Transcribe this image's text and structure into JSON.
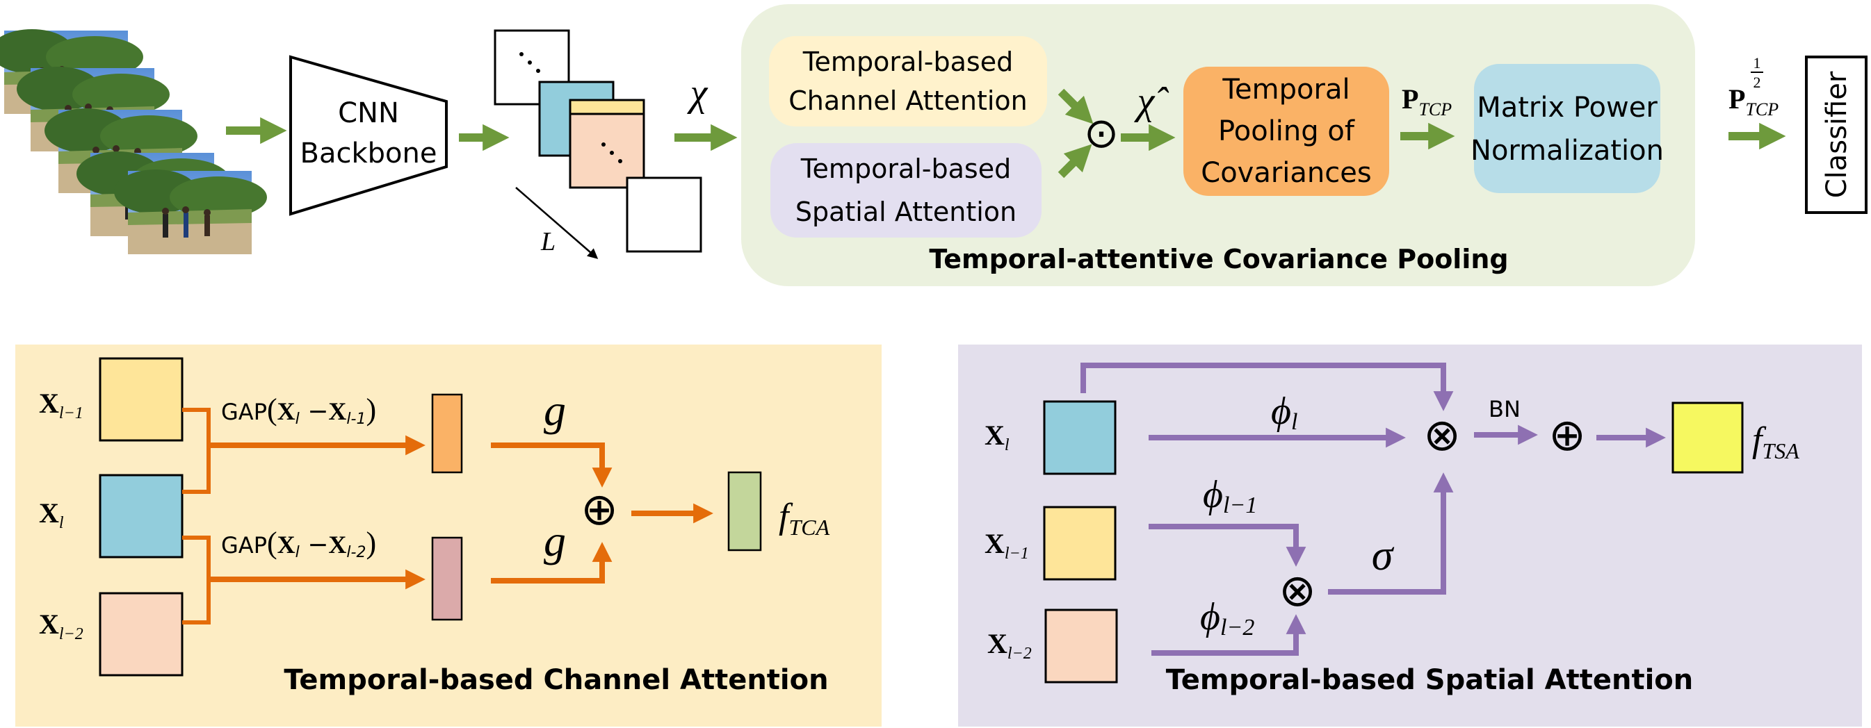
{
  "top": {
    "cnn_backbone": [
      "CNN",
      "Backbone"
    ],
    "chi": "χ",
    "chi_hat": "χ̂",
    "l_label": "L",
    "tca_box": [
      "Temporal-based",
      "Channel Attention"
    ],
    "tsa_box": [
      "Temporal-based",
      "Spatial Attention"
    ],
    "odot": "⊙",
    "tcp_box": [
      "Temporal",
      "Pooling of",
      "Covariances"
    ],
    "p_tcp": {
      "P": "P",
      "sub": "TCP"
    },
    "mpn_box": [
      "Matrix Power",
      "Normalization"
    ],
    "p_tcp_half": {
      "P": "P",
      "sub": "TCP",
      "sup_num": "1",
      "sup_den": "2"
    },
    "classifier": "Classifier",
    "panel_title": "Temporal-attentive Covariance Pooling"
  },
  "tca_panel": {
    "title": "Temporal-based Channel Attention",
    "x_prev": {
      "X": "X",
      "sub": "l−1"
    },
    "x_cur": {
      "X": "X",
      "sub": "l"
    },
    "x_prev2": {
      "X": "X",
      "sub": "l−2"
    },
    "gap1": {
      "prefix": "GAP",
      "X1": "X",
      "s1": "l",
      "minus": "−",
      "X2": "X",
      "s2": "l-1"
    },
    "gap2": {
      "prefix": "GAP",
      "X1": "X",
      "s1": "l",
      "minus": "−",
      "X2": "X",
      "s2": "l-2"
    },
    "g1": "g",
    "g2": "g",
    "oplus": "⊕",
    "f_tca": {
      "f": "f",
      "sub": "TCA"
    }
  },
  "tsa_panel": {
    "title": "Temporal-based Spatial Attention",
    "x_cur": {
      "X": "X",
      "sub": "l"
    },
    "x_prev": {
      "X": "X",
      "sub": "l−1"
    },
    "x_prev2": {
      "X": "X",
      "sub": "l−2"
    },
    "phi_l": {
      "phi": "ϕ",
      "sub": "l"
    },
    "phi_l1": {
      "phi": "ϕ",
      "sub": "l−1"
    },
    "phi_l2": {
      "phi": "ϕ",
      "sub": "l−2"
    },
    "otimes1": "⊗",
    "otimes2": "⊗",
    "bn": "BN",
    "oplus": "⊕",
    "sigma": "σ",
    "f_tsa": {
      "f": "f",
      "sub": "TSA"
    }
  },
  "colors": {
    "green_arrow": "#6e9a3c",
    "orange_arrow": "#e46c0a",
    "purple_arrow": "#8e70b2",
    "tcp_panel_bg": "#ebf1de",
    "tca_panel_bg": "#fdedc4",
    "tsa_panel_bg": "#e3dfec",
    "blue_box": "#92cddc",
    "yellow_box": "#fee599",
    "peach_box": "#fad7bf",
    "orange_box": "#fab266",
    "pink_bar": "#dbaaaa",
    "green_bar": "#c3d69b",
    "lemon_box": "#f6f860"
  }
}
